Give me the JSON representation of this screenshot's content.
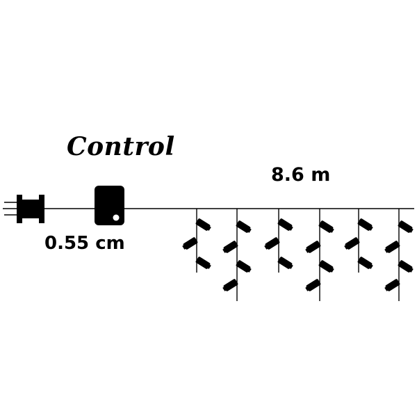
{
  "labels": {
    "controller": "Control",
    "main_length": "8.6 m",
    "lead_length": "0.55 cm"
  },
  "icons": {
    "plug": "plug-icon",
    "controller": "controller-box-icon",
    "bulb": "bulb-icon"
  },
  "colors": {
    "ink": "#000000",
    "background": "#ffffff"
  },
  "drops": [
    {
      "bulbs": 3
    },
    {
      "bulbs": 4
    },
    {
      "bulbs": 3
    },
    {
      "bulbs": 4
    },
    {
      "bulbs": 3
    },
    {
      "bulbs": 4
    }
  ]
}
